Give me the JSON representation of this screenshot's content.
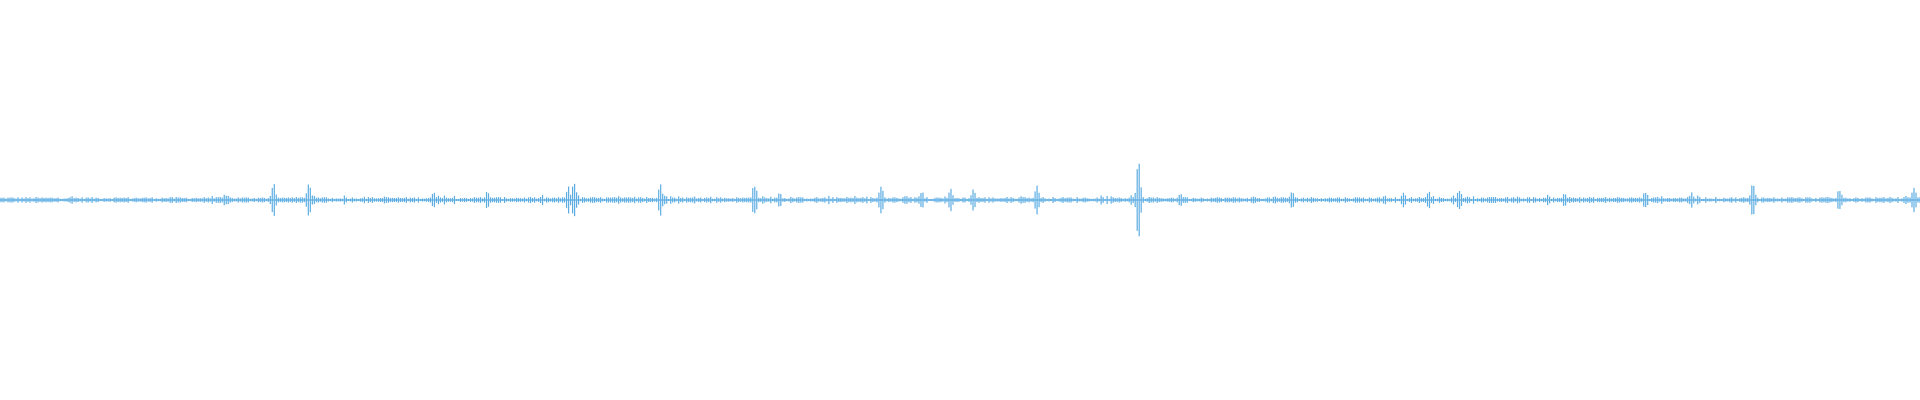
{
  "waveform": {
    "color": "#5DADE2",
    "background": "#FFFFFF",
    "baseline_amplitude": 0.01,
    "samples": 960,
    "peaks": [
      {
        "t": 0.1425,
        "amp": 0.09
      },
      {
        "t": 0.161,
        "amp": 0.1
      },
      {
        "t": 0.117,
        "amp": 0.03
      },
      {
        "t": 0.226,
        "amp": 0.04
      },
      {
        "t": 0.254,
        "amp": 0.05
      },
      {
        "t": 0.299,
        "amp": 0.1
      },
      {
        "t": 0.296,
        "amp": 0.07
      },
      {
        "t": 0.344,
        "amp": 0.08
      },
      {
        "t": 0.393,
        "amp": 0.09
      },
      {
        "t": 0.406,
        "amp": 0.04
      },
      {
        "t": 0.459,
        "amp": 0.08
      },
      {
        "t": 0.48,
        "amp": 0.05
      },
      {
        "t": 0.495,
        "amp": 0.06
      },
      {
        "t": 0.507,
        "amp": 0.06
      },
      {
        "t": 0.54,
        "amp": 0.08
      },
      {
        "t": 0.593,
        "amp": 0.2
      },
      {
        "t": 0.615,
        "amp": 0.04
      },
      {
        "t": 0.673,
        "amp": 0.05
      },
      {
        "t": 0.731,
        "amp": 0.04
      },
      {
        "t": 0.744,
        "amp": 0.05
      },
      {
        "t": 0.76,
        "amp": 0.06
      },
      {
        "t": 0.815,
        "amp": 0.04
      },
      {
        "t": 0.857,
        "amp": 0.05
      },
      {
        "t": 0.881,
        "amp": 0.04
      },
      {
        "t": 0.913,
        "amp": 0.09
      },
      {
        "t": 0.958,
        "amp": 0.06
      },
      {
        "t": 0.997,
        "amp": 0.07
      }
    ]
  }
}
